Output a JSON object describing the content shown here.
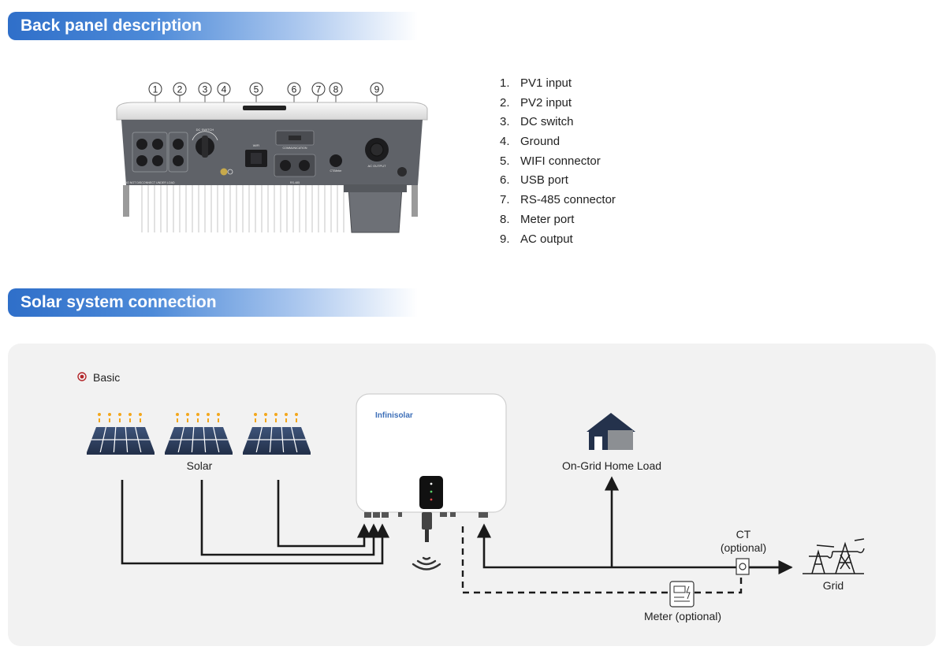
{
  "sections": {
    "back_panel_title": "Back panel description",
    "solar_connection_title": "Solar system connection"
  },
  "panel": {
    "callouts": [
      "1",
      "2",
      "3",
      "4",
      "5",
      "6",
      "7",
      "8",
      "9"
    ],
    "labels": {
      "dc_switch": "DC SWITCH",
      "wifi": "WIFI",
      "communication": "COMMUNICATION",
      "rs485": "RS-485",
      "meter": "CT/Meter",
      "ac_output": "AC OUTPUT",
      "warning": "DO NOT DISCONNECT UNDER LOAD"
    }
  },
  "legend": [
    {
      "num": "1.",
      "text": "PV1 input"
    },
    {
      "num": "2.",
      "text": "PV2 input"
    },
    {
      "num": "3.",
      "text": "DC switch"
    },
    {
      "num": "4.",
      "text": "Ground"
    },
    {
      "num": "5.",
      "text": "WIFI connector"
    },
    {
      "num": "6.",
      "text": "USB port"
    },
    {
      "num": "7.",
      "text": "RS-485 connector"
    },
    {
      "num": "8.",
      "text": "Meter port"
    },
    {
      "num": "9.",
      "text": "AC  output"
    }
  ],
  "diagram": {
    "mode_label": "Basic",
    "solar_label": "Solar",
    "brand": "Infinisolar",
    "home_label": "On-Grid Home Load",
    "ct_label": "CT",
    "ct_optional": "(optional)",
    "grid_label": "Grid",
    "meter_label": "Meter (optional)"
  },
  "colors": {
    "header_blue": "#2f6fc9",
    "panel_dark": "#5f6268",
    "solar_blue": "#2d3e5c",
    "sun_orange": "#f3a71c",
    "radio_red": "#b3262a",
    "inverter_body": "#ffffff"
  }
}
